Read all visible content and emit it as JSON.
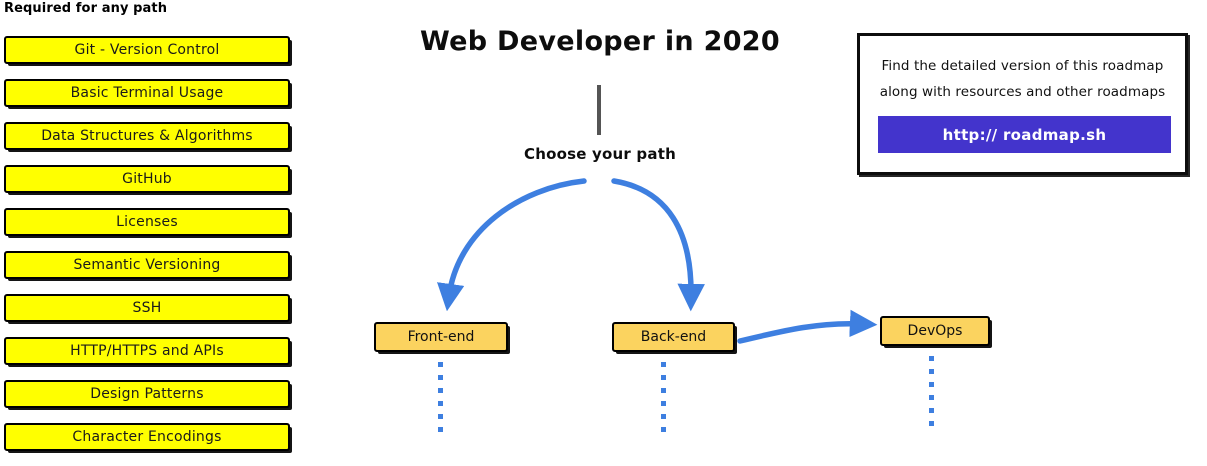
{
  "title": "Web Developer in 2020",
  "choose_path_label": "Choose your path",
  "required": {
    "header": "Required for any path",
    "items": [
      {
        "label": "Git - Version Control"
      },
      {
        "label": "Basic Terminal Usage"
      },
      {
        "label": "Data Structures & Algorithms"
      },
      {
        "label": "GitHub"
      },
      {
        "label": "Licenses"
      },
      {
        "label": "Semantic Versioning"
      },
      {
        "label": "SSH"
      },
      {
        "label": "HTTP/HTTPS and APIs"
      },
      {
        "label": "Design Patterns"
      },
      {
        "label": "Character Encodings"
      }
    ]
  },
  "paths": [
    {
      "label": "Front-end"
    },
    {
      "label": "Back-end"
    },
    {
      "label": "DevOps"
    }
  ],
  "info_box": {
    "line1": "Find the detailed version of this roadmap",
    "line2": "along with resources and other roadmaps",
    "link_label": "http:// roadmap.sh"
  },
  "colors": {
    "required_box_fill": "#FFFF00",
    "path_box_fill": "#FBD35F",
    "arrow_blue": "#3E7FE0",
    "link_button": "#4334CC",
    "stem_gray": "#555555",
    "outline": "#000000"
  }
}
